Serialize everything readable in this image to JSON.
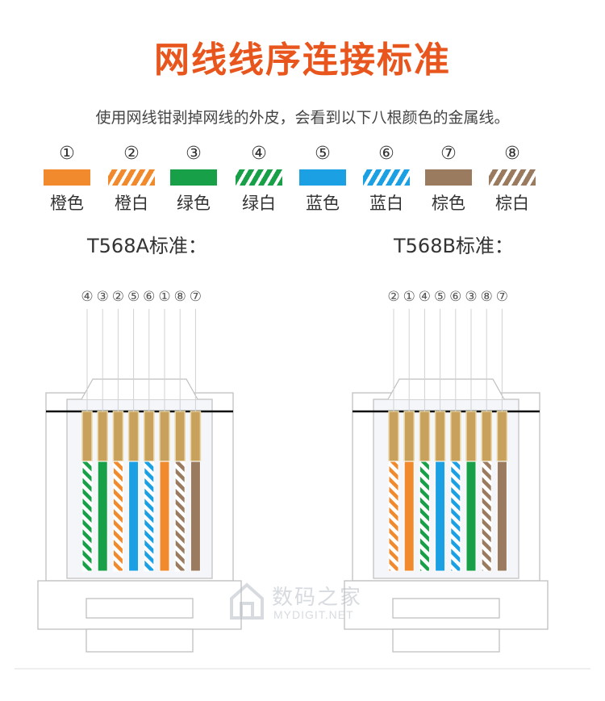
{
  "title": "网线线序连接标准",
  "subtitle": "使用网线钳剥掉网线的外皮，会看到以下八根颜色的金属线。",
  "colors": {
    "title": "#e8561e",
    "orange": "#f08a2c",
    "green": "#17a047",
    "blue": "#1ba0e3",
    "brown": "#9b7b5f",
    "white": "#ffffff",
    "gold": "#c8a25c",
    "outline": "#bfbfbf"
  },
  "legend": [
    {
      "num": "①",
      "label": "橙色",
      "color": "orange",
      "striped": false
    },
    {
      "num": "②",
      "label": "橙白",
      "color": "orange",
      "striped": true
    },
    {
      "num": "③",
      "label": "绿色",
      "color": "green",
      "striped": false
    },
    {
      "num": "④",
      "label": "绿白",
      "color": "green",
      "striped": true
    },
    {
      "num": "⑤",
      "label": "蓝色",
      "color": "blue",
      "striped": false
    },
    {
      "num": "⑥",
      "label": "蓝白",
      "color": "blue",
      "striped": true
    },
    {
      "num": "⑦",
      "label": "棕色",
      "color": "brown",
      "striped": false
    },
    {
      "num": "⑧",
      "label": "棕白",
      "color": "brown",
      "striped": true
    }
  ],
  "standards": [
    {
      "title": "T568A标准：",
      "order": [
        "④",
        "③",
        "②",
        "⑤",
        "⑥",
        "①",
        "⑧",
        "⑦"
      ]
    },
    {
      "title": "T568B标准：",
      "order": [
        "②",
        "①",
        "④",
        "⑤",
        "⑥",
        "③",
        "⑧",
        "⑦"
      ]
    }
  ],
  "watermark": {
    "name": "数码之家",
    "url": "MYDIGIT.NET"
  }
}
